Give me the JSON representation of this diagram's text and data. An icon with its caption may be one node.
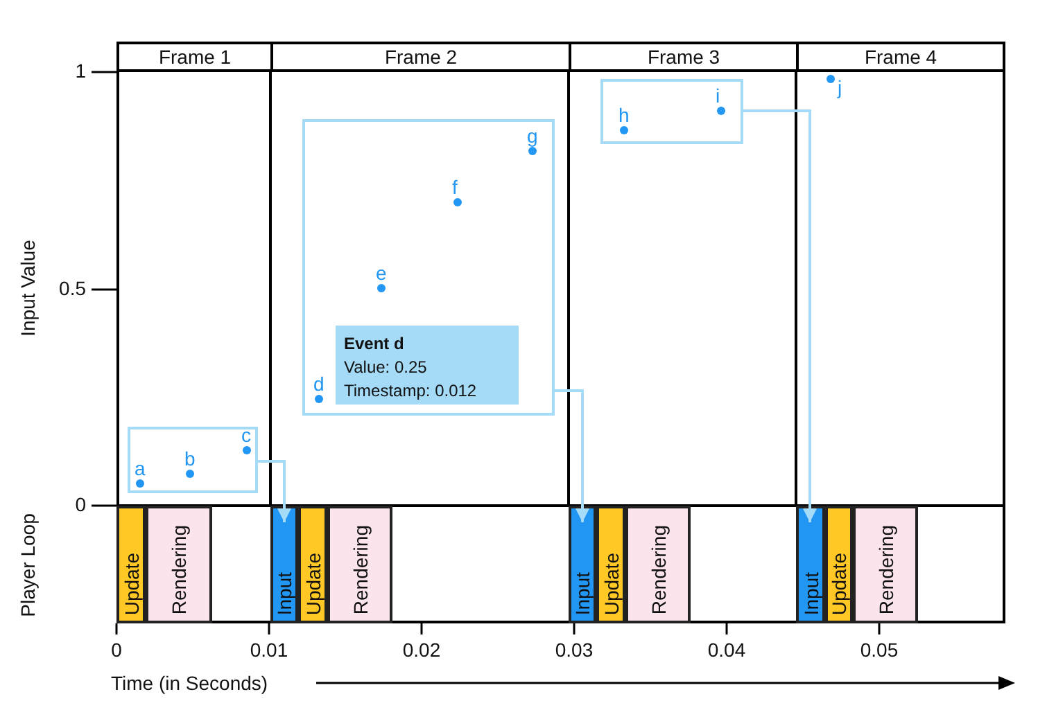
{
  "diagram": {
    "nodes": [
      {
        "text": [
          "Frame 1"
        ]
      },
      {
        "text": [
          "Frame 2"
        ]
      },
      {
        "text": [
          "Frame 3"
        ]
      },
      {
        "text": [
          "Frame 4"
        ]
      },
      {
        "text": [
          "a",
          "b",
          "c"
        ]
      },
      {
        "text": [
          "d",
          "e",
          "f",
          "g"
        ]
      },
      {
        "text": [
          "Event d",
          "Value: 0.25",
          "Timestamp: 0.012"
        ],
        "in": 5
      },
      {
        "text": [
          "h",
          "i"
        ]
      },
      {
        "text": [
          "Update"
        ]
      },
      {
        "text": [
          "Rendering"
        ]
      },
      {
        "text": [
          "Input"
        ]
      },
      {
        "text": [
          "Update"
        ]
      },
      {
        "text": [
          "Rendering"
        ]
      },
      {
        "text": [
          "Input"
        ]
      },
      {
        "text": [
          "Update"
        ]
      },
      {
        "text": [
          "Rendering"
        ]
      },
      {
        "text": [
          "Input"
        ]
      },
      {
        "text": [
          "Update"
        ]
      },
      {
        "text": [
          "Rendering"
        ]
      }
    ],
    "edges": [
      {
        "from": 4,
        "to": 10,
        "arrow": "to"
      },
      {
        "from": 5,
        "to": 13,
        "arrow": "to"
      },
      {
        "from": 7,
        "to": 16,
        "arrow": "to"
      }
    ],
    "labels": [
      "1",
      "0.5",
      "0",
      "Input Value",
      "Player Loop",
      "j",
      "0",
      "0.01",
      "0.02",
      "0.03",
      "0.04",
      "0.05",
      "Time (in Seconds)"
    ]
  }
}
